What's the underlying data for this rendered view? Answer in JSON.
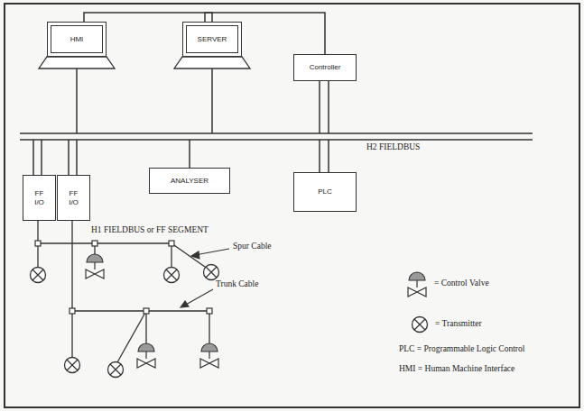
{
  "diagram": {
    "nodes": [
      {
        "text": [
          "HMI"
        ]
      },
      {
        "text": [
          "SERVER"
        ]
      },
      {
        "text": [
          "Controller"
        ]
      },
      {
        "text": [
          "FF I/O"
        ]
      },
      {
        "text": [
          "FF I/O"
        ]
      },
      {
        "text": [
          "ANALYSER"
        ]
      },
      {
        "text": [
          "PLC"
        ]
      }
    ],
    "edges": [
      {
        "from": 0,
        "to": 1,
        "arrow": "none"
      },
      {
        "from": 1,
        "to": 2,
        "arrow": "none"
      }
    ],
    "labels": [
      "H2 FIELDBUS",
      "H1 FIELDBUS or FF SEGMENT",
      "Spur Cable",
      "Trunk Cable",
      "PLC = Programmable Logic Control",
      "HMI = Human Machine Interface"
    ],
    "legend": [
      {
        "text": "= Control Valve"
      },
      {
        "text": "= Transmitter"
      }
    ]
  }
}
